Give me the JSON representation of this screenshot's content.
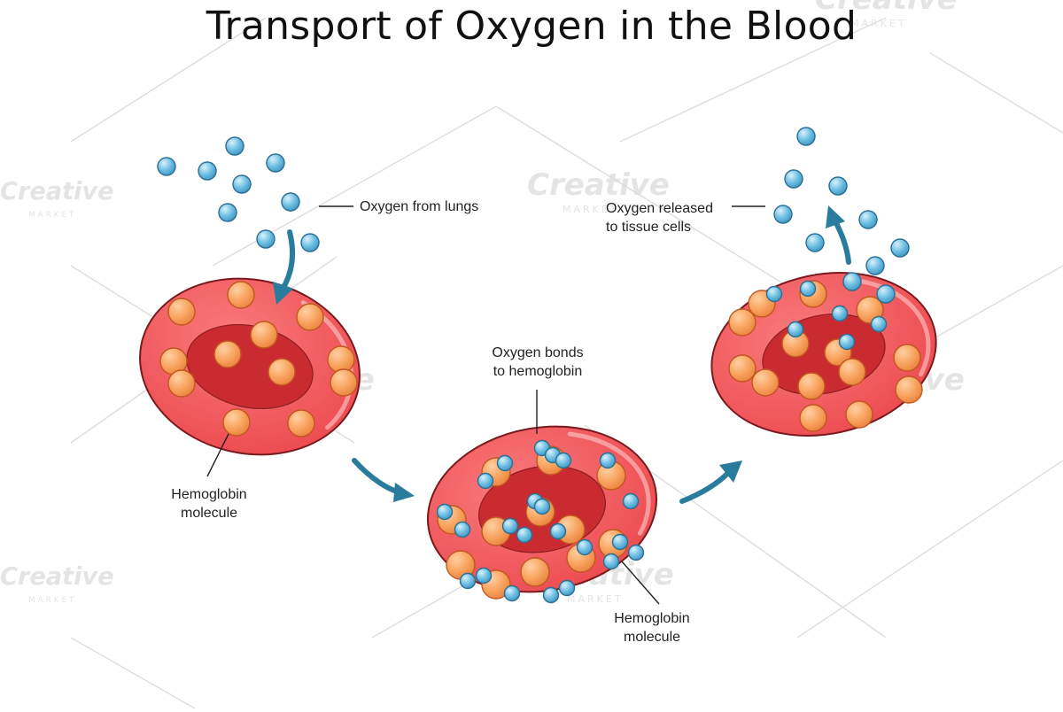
{
  "title": "Transport of Oxygen in the Blood",
  "labels": {
    "oxygen_from_lungs": "Oxygen from lungs",
    "hemoglobin_left": [
      "Hemoglobin",
      "molecule"
    ],
    "oxygen_bonds": [
      "Oxygen bonds",
      "to hemoglobin"
    ],
    "hemoglobin_right": [
      "Hemoglobin",
      "molecule"
    ],
    "oxygen_released": [
      "Oxygen released",
      "to tissue cells"
    ]
  },
  "watermark": {
    "brand": "Creative",
    "sub": "MARKET"
  },
  "colors": {
    "cell_body": "#f25b5f",
    "cell_inner": "#c92b30",
    "cell_outline": "#7a1a1f",
    "hemoglobin": "#f9a561",
    "hemoglobin_outline": "#c2561f",
    "oxygen": "#6fbfe3",
    "oxygen_outline": "#2b6f94",
    "arrow": "#2a7c9c"
  }
}
